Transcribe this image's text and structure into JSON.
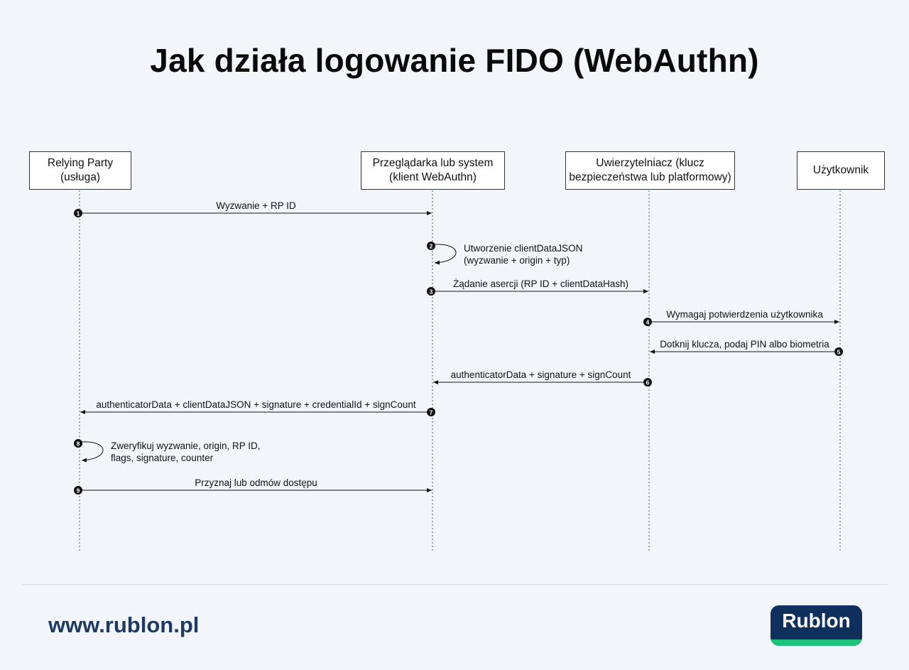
{
  "title": "Jak działa logowanie FIDO (WebAuthn)",
  "actors": [
    {
      "id": "rp",
      "lines": [
        "Relying Party",
        "(usługa)"
      ]
    },
    {
      "id": "client",
      "lines": [
        "Przeglądarka lub system",
        "(klient WebAuthn)"
      ]
    },
    {
      "id": "auth",
      "lines": [
        "Uwierzytelniacz (klucz",
        "bezpieczeństwa lub platformowy)"
      ]
    },
    {
      "id": "user",
      "lines": [
        "Użytkownik"
      ]
    }
  ],
  "messages": [
    {
      "step": "1",
      "from": "rp",
      "to": "client",
      "lines": [
        "Wyzwanie + RP ID"
      ]
    },
    {
      "step": "2",
      "from": "client",
      "to": "client",
      "lines": [
        "Utworzenie clientDataJSON",
        "(wyzwanie + origin + typ)"
      ]
    },
    {
      "step": "3",
      "from": "client",
      "to": "auth",
      "lines": [
        "Żądanie asercji (RP ID + clientDataHash)"
      ]
    },
    {
      "step": "4",
      "from": "auth",
      "to": "user",
      "lines": [
        "Wymagaj potwierdzenia użytkownika"
      ]
    },
    {
      "step": "5",
      "from": "user",
      "to": "auth",
      "lines": [
        "Dotknij klucza, podaj PIN albo biometria"
      ]
    },
    {
      "step": "6",
      "from": "auth",
      "to": "client",
      "lines": [
        "authenticatorData + signature + signCount"
      ]
    },
    {
      "step": "7",
      "from": "client",
      "to": "rp",
      "lines": [
        "authenticatorData + clientDataJSON + signature + credentialId + signCount"
      ]
    },
    {
      "step": "8",
      "from": "rp",
      "to": "rp",
      "lines": [
        "Zweryfikuj wyzwanie, origin, RP ID,",
        "flags, signature, counter"
      ]
    },
    {
      "step": "9",
      "from": "rp",
      "to": "client",
      "lines": [
        "Przyznaj lub odmów dostępu"
      ]
    }
  ],
  "footer": {
    "url": "www.rublon.pl",
    "logo_text": "Rublon"
  },
  "colors": {
    "background": "#f2f6fb",
    "url_text": "#1e3a63",
    "logo_bg": "#0f2f5c",
    "logo_stripe": "#1fc27a"
  }
}
